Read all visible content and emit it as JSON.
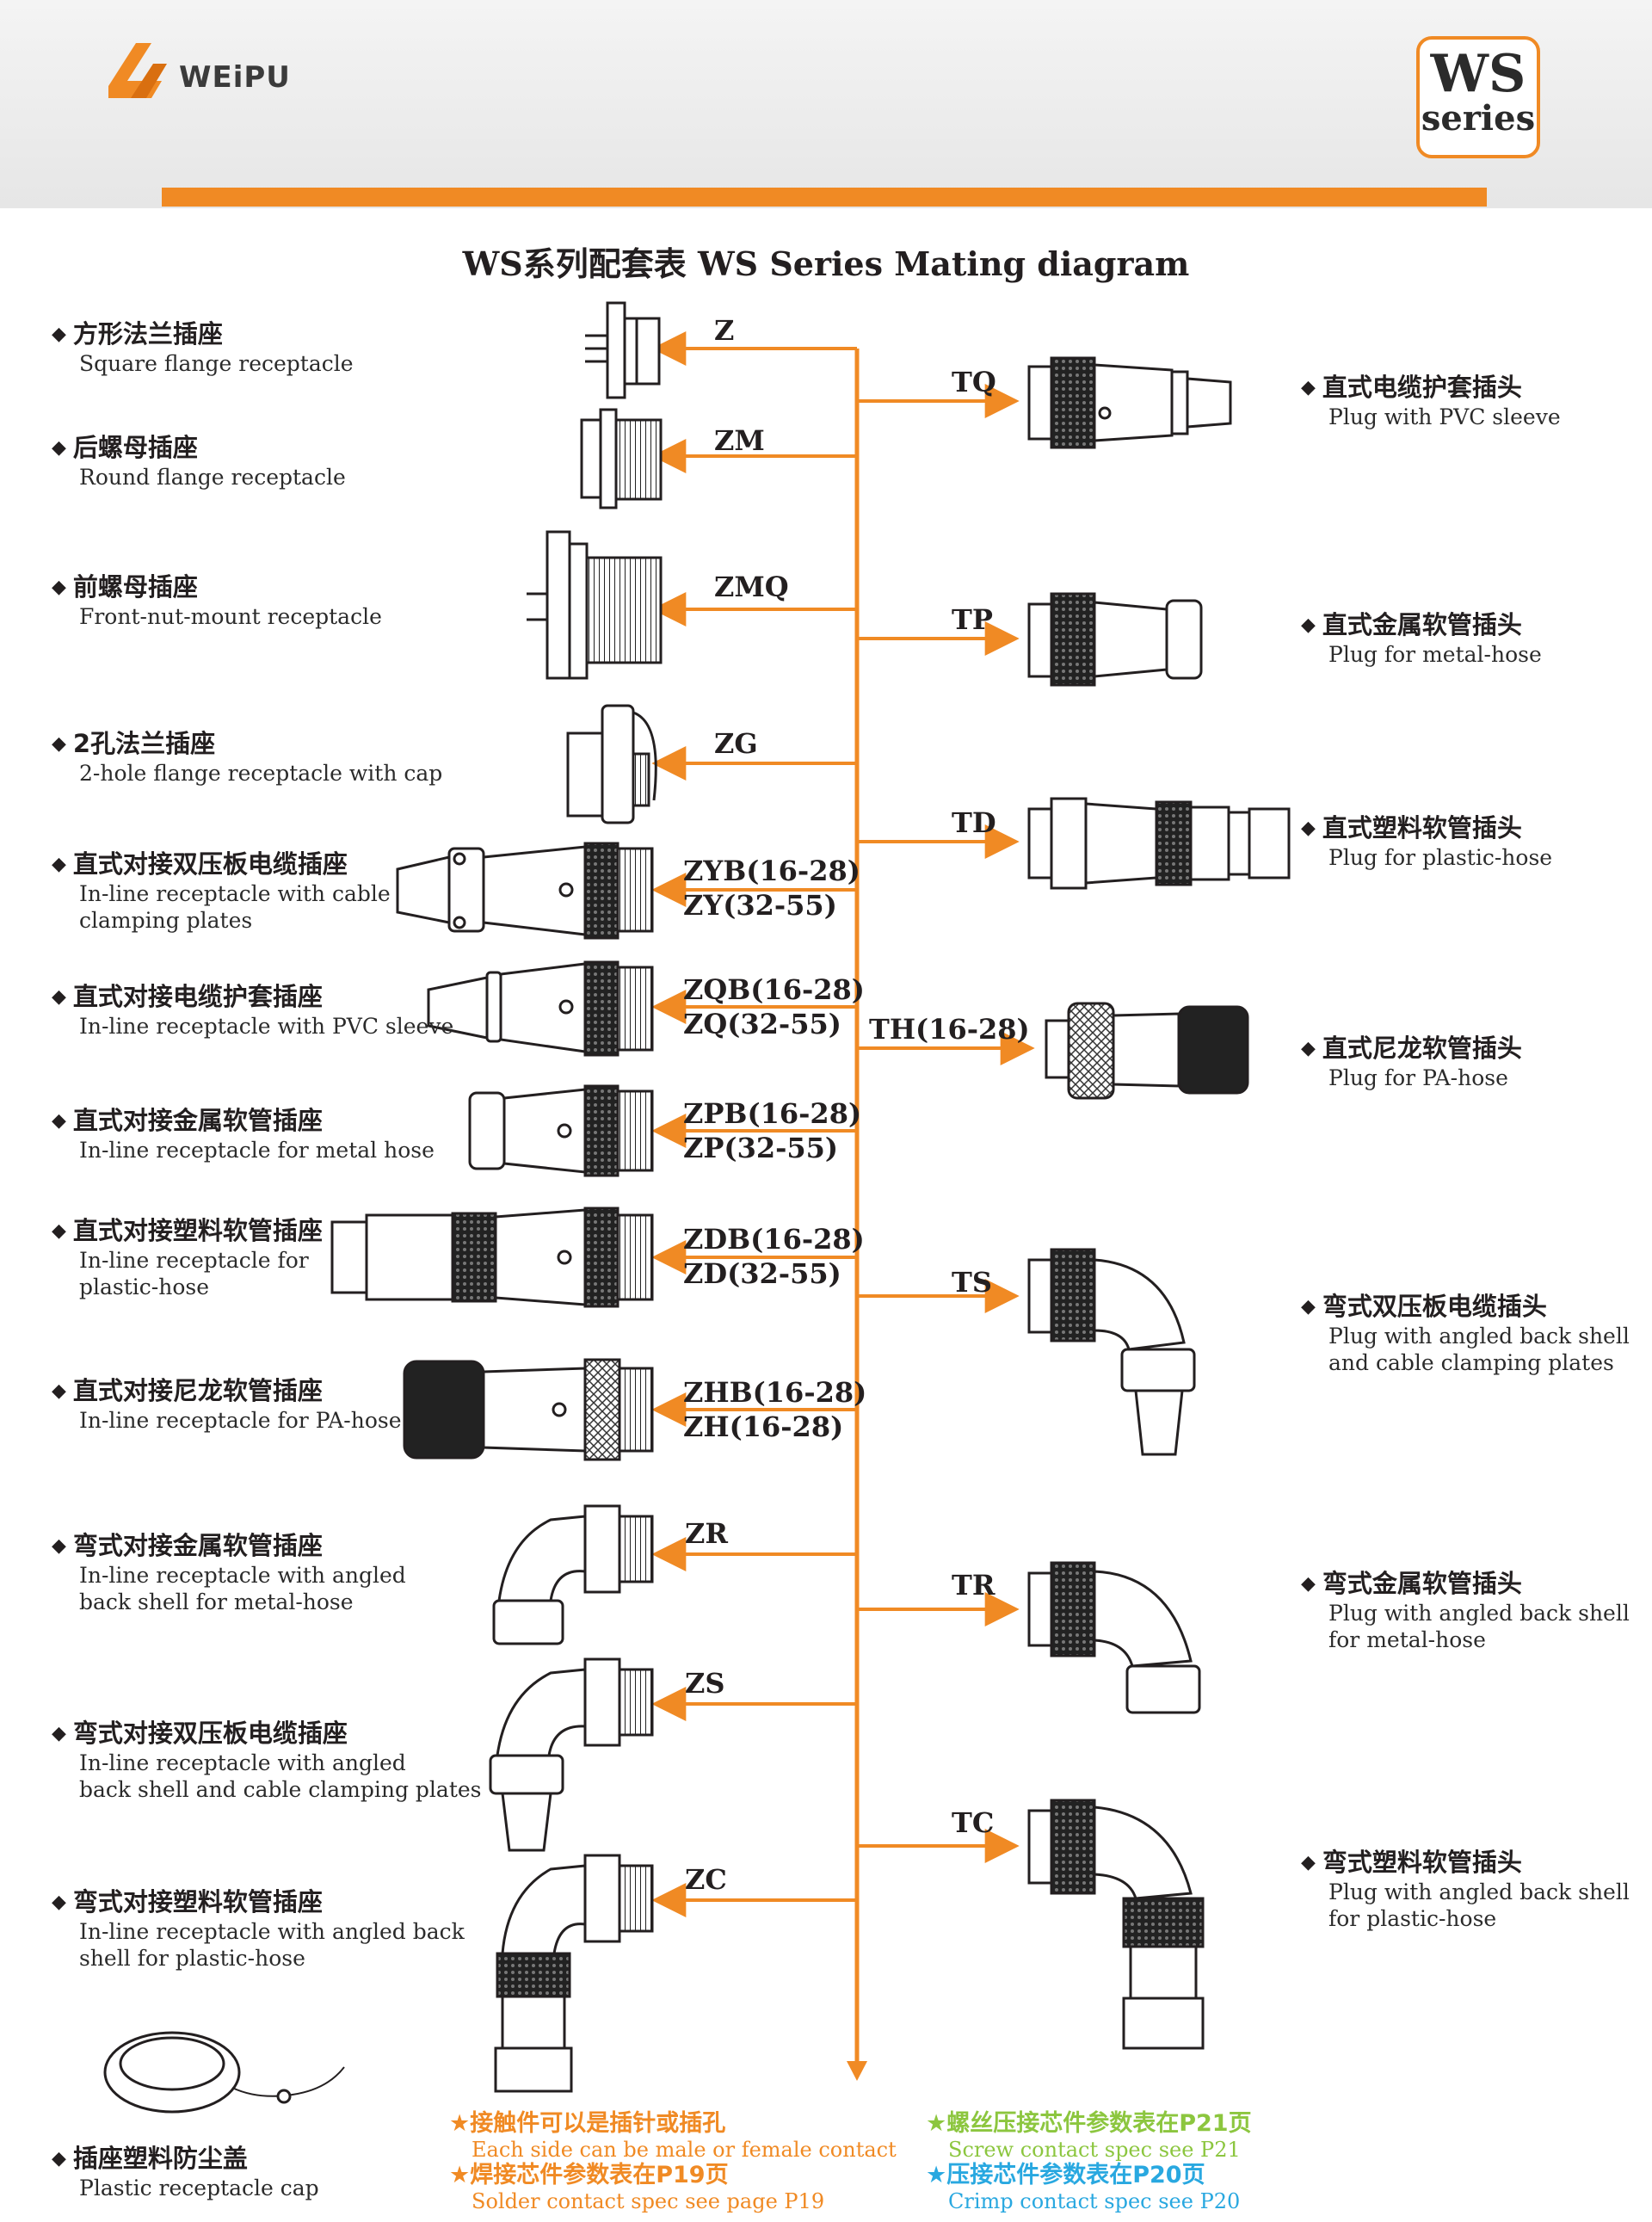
{
  "header": {
    "brand": "WEiPU",
    "badge_line1": "WS",
    "badge_line2": "series",
    "accent_color": "#f08a24"
  },
  "title": "WS系列配套表   WS  Series Mating diagram",
  "left_items": [
    {
      "cn": "方形法兰插座",
      "en": "Square flange receptacle",
      "code": "Z"
    },
    {
      "cn": "后螺母插座",
      "en": "Round flange receptacle",
      "code": "ZM"
    },
    {
      "cn": "前螺母插座",
      "en": "Front-nut-mount receptacle",
      "code": "ZMQ"
    },
    {
      "cn": "2孔法兰插座",
      "en": "2-hole flange receptacle with cap",
      "code": "ZG"
    },
    {
      "cn": "直式对接双压板电缆插座",
      "en1": "In-line receptacle with cable",
      "en2": "clamping plates",
      "code1": "ZYB(16-28)",
      "code2": "ZY(32-55)"
    },
    {
      "cn": "直式对接电缆护套插座",
      "en": "In-line receptacle with PVC sleeve",
      "code1": "ZQB(16-28)",
      "code2": "ZQ(32-55)"
    },
    {
      "cn": "直式对接金属软管插座",
      "en": "In-line receptacle for metal hose",
      "code1": "ZPB(16-28)",
      "code2": "ZP(32-55)"
    },
    {
      "cn": "直式对接塑料软管插座",
      "en1": "In-line receptacle for",
      "en2": "plastic-hose",
      "code1": "ZDB(16-28)",
      "code2": "ZD(32-55)"
    },
    {
      "cn": "直式对接尼龙软管插座",
      "en": "In-line receptacle for PA-hose",
      "code1": "ZHB(16-28)",
      "code2": "ZH(16-28)"
    },
    {
      "cn": "弯式对接金属软管插座",
      "en1": "In-line receptacle with angled",
      "en2": "back shell for metal-hose",
      "code": "ZR"
    },
    {
      "cn": "弯式对接双压板电缆插座",
      "en1": "In-line receptacle with angled",
      "en2": "back shell and cable clamping plates",
      "code": "ZS"
    },
    {
      "cn": "弯式对接塑料软管插座",
      "en1": "In-line receptacle with angled back",
      "en2": "shell for plastic-hose",
      "code": "ZC"
    },
    {
      "cn": "插座塑料防尘盖",
      "en": "Plastic receptacle cap"
    }
  ],
  "right_items": [
    {
      "cn": "直式电缆护套插头",
      "en": "Plug with PVC sleeve",
      "code": "TQ"
    },
    {
      "cn": "直式金属软管插头",
      "en": "Plug for metal-hose",
      "code": "TP"
    },
    {
      "cn": "直式塑料软管插头",
      "en": "Plug for plastic-hose",
      "code": "TD"
    },
    {
      "cn": "直式尼龙软管插头",
      "en": "Plug for PA-hose",
      "code": "TH(16-28)"
    },
    {
      "cn": "弯式双压板电缆插头",
      "en1": "Plug with angled back shell",
      "en2": "and cable clamping plates",
      "code": "TS"
    },
    {
      "cn": "弯式金属软管插头",
      "en1": "Plug with angled back shell",
      "en2": "for metal-hose",
      "code": "TR"
    },
    {
      "cn": "弯式塑料软管插头",
      "en1": "Plug with angled back shell",
      "en2": "for plastic-hose",
      "code": "TC"
    }
  ],
  "notes": {
    "n1_cn": "★接触件可以是插针或插孔",
    "n1_en": "Each side can be male or female contact",
    "n2_cn": "★焊接芯件参数表在P19页",
    "n2_en": "Solder contact spec see page P19",
    "n3_cn": "★螺丝压接芯件参数表在P21页",
    "n3_en": "Screw contact spec see P21",
    "n4_cn": "★压接芯件参数表在P20页",
    "n4_en": "Crimp contact spec see P20",
    "color_orange": "#f08a24",
    "color_green": "#8cc63f",
    "color_blue": "#29a8e0"
  }
}
